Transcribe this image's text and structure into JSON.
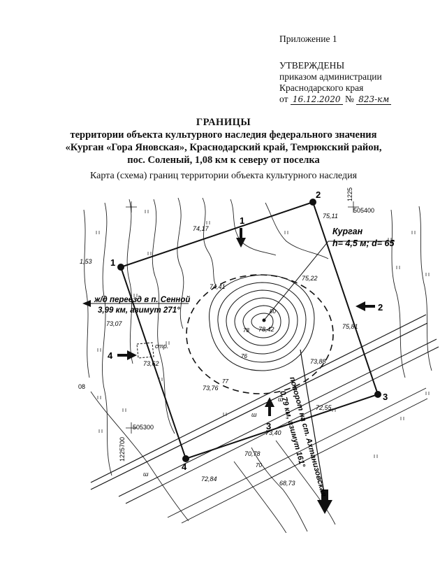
{
  "approval": {
    "appendix": "Приложение 1",
    "approved": "УТВЕРЖДЕНЫ",
    "line1": "приказом администрации",
    "line2": "Краснодарского края",
    "from_label": "от",
    "date": "16.12.2020",
    "number_label": "№",
    "number": "823-км"
  },
  "title": {
    "main": "ГРАНИЦЫ",
    "line1": "территории объекта культурного наследия федерального значения",
    "line2": "«Курган «Гора Яновская», Краснодарский край, Темрюкский район,",
    "line3": "пос. Соленый, 1,08 км к северу от поселка"
  },
  "subtitle": "Карта (схема) границ территории объекта культурного наследия",
  "map": {
    "boundary_points": [
      {
        "label": "1"
      },
      {
        "label": "2"
      },
      {
        "label": "3"
      },
      {
        "label": "4"
      }
    ],
    "arrows": [
      {
        "label": "1"
      },
      {
        "label": "2"
      },
      {
        "label": "3"
      },
      {
        "label": "4"
      }
    ],
    "kurgan_label": "Курган",
    "kurgan_dims": "h= 4,5 м; d= 65",
    "railway_crossing": "ж/д переезд в п. Сенной",
    "railway_dist": "3,99 км, азимут 271°",
    "turn_line1": "поворот на ст. Ахтанизовская",
    "turn_line2": "0,79 км, азимут 161°",
    "elevations": [
      "74,17",
      "75,11",
      "74,41",
      "75,22",
      "78,42",
      "75,81",
      "73,07",
      "73,62",
      "73,88",
      "73,76",
      "72,55",
      "73,40",
      "70,78",
      "72,84",
      "68,73",
      "1,53"
    ],
    "contour_labels": [
      "76",
      "78",
      "80",
      "77",
      "70"
    ],
    "grid_labels": [
      "1225",
      "505400",
      "505300",
      "1225700",
      "08"
    ],
    "misc_labels": [
      "стр.",
      "ш",
      "ш",
      "ш"
    ]
  }
}
